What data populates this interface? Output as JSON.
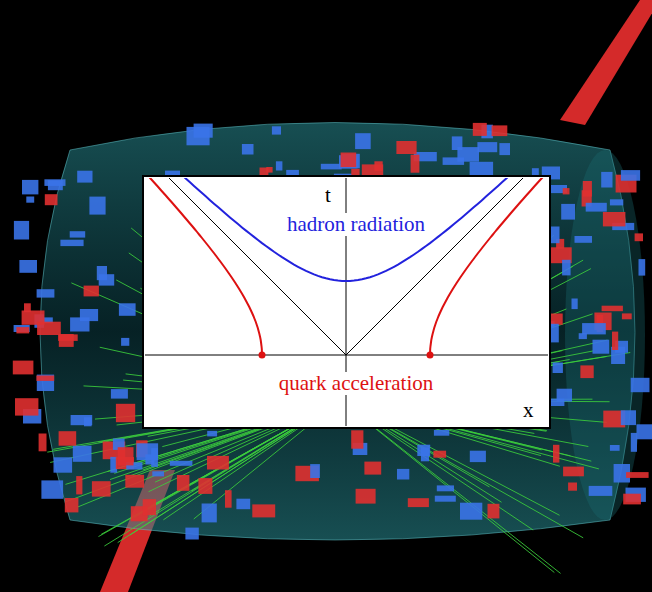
{
  "diagram": {
    "labels": [
      "t",
      "hadron radiation",
      "quark acceleration",
      "x"
    ]
  }
}
